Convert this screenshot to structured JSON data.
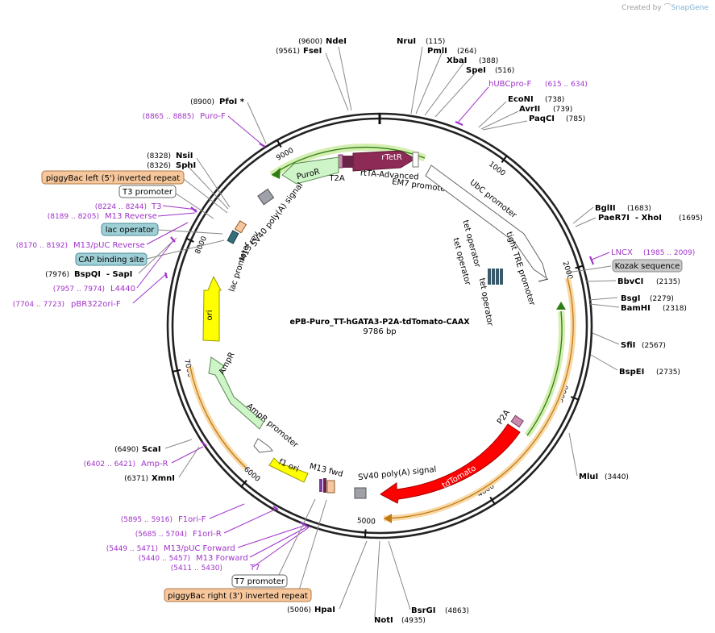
{
  "credit": {
    "prefix": "Created by",
    "brand": "SnapGene"
  },
  "plasmid": {
    "name": "ePB-Puro_TT-hGATA3-P2A-tdTomato-CAAX",
    "length_label": "9786 bp",
    "length": 9786
  },
  "colors": {
    "enzyme_line": "#777777",
    "primer": "#a033c9",
    "feature_line": "#777777",
    "orange_box": "#f6c79c",
    "teal_box": "#9fd0d7",
    "grey_box": "#c8c8c8"
  },
  "ticks": [
    {
      "bp": 1000,
      "label": "1000"
    },
    {
      "bp": 2000,
      "label": "2000"
    },
    {
      "bp": 3000,
      "label": "3000"
    },
    {
      "bp": 4000,
      "label": "4000"
    },
    {
      "bp": 5000,
      "label": "5000"
    },
    {
      "bp": 6000,
      "label": "6000"
    },
    {
      "bp": 7000,
      "label": "7000"
    },
    {
      "bp": 8000,
      "label": "8000"
    },
    {
      "bp": 9000,
      "label": "9000"
    }
  ],
  "enzymes": [
    {
      "name": "NdeI",
      "pos": "(9600)",
      "bp": 9600
    },
    {
      "name": "FseI",
      "pos": "(9561)",
      "bp": 9561
    },
    {
      "name": "NruI",
      "pos": "(115)",
      "bp": 115
    },
    {
      "name": "PmlI",
      "pos": "(264)",
      "bp": 264
    },
    {
      "name": "XbaI",
      "pos": "(388)",
      "bp": 388
    },
    {
      "name": "SpeI",
      "pos": "(516)",
      "bp": 516
    },
    {
      "name": "EcoNI",
      "pos": "(738)",
      "bp": 738
    },
    {
      "name": "AvrII",
      "pos": "(739)",
      "bp": 739
    },
    {
      "name": "PaqCI",
      "pos": "(785)",
      "bp": 785
    },
    {
      "name": "PfoI *",
      "pos": "(8900)",
      "bp": 8900
    },
    {
      "name": "NsiI",
      "pos": "(8328)",
      "bp": 8328
    },
    {
      "name": "SphI",
      "pos": "(8326)",
      "bp": 8326
    },
    {
      "name": "BglII",
      "pos": "(1683)",
      "bp": 1683
    },
    {
      "name": "PaeR7I  - XhoI",
      "pos": "(1695)",
      "bp": 1695
    },
    {
      "name": "BbvCI",
      "pos": "(2135)",
      "bp": 2135
    },
    {
      "name": "BsgI",
      "pos": "(2279)",
      "bp": 2279
    },
    {
      "name": "BamHI",
      "pos": "(2318)",
      "bp": 2318
    },
    {
      "name": "SfiI",
      "pos": "(2567)",
      "bp": 2567
    },
    {
      "name": "BspEI",
      "pos": "(2735)",
      "bp": 2735
    },
    {
      "name": "MluI",
      "pos": "(3440)",
      "bp": 3440
    },
    {
      "name": "BsrGI",
      "pos": "(4863)",
      "bp": 4863
    },
    {
      "name": "NotI",
      "pos": "(4935)",
      "bp": 4935
    },
    {
      "name": "HpaI",
      "pos": "(5006)",
      "bp": 5006
    },
    {
      "name": "BspQI  - SapI",
      "pos": "(7976)",
      "bp": 7976
    },
    {
      "name": "ScaI",
      "pos": "(6490)",
      "bp": 6490
    },
    {
      "name": "XmnI",
      "pos": "(6371)",
      "bp": 6371
    }
  ],
  "primers": [
    {
      "name": "hUBCpro-F",
      "pos": "(615 .. 634)"
    },
    {
      "name": "Puro-F",
      "pos": "(8865 .. 8885)"
    },
    {
      "name": "T3",
      "pos": "(8224 .. 8244)"
    },
    {
      "name": "M13 Reverse",
      "pos": "(8189 .. 8205)"
    },
    {
      "name": "M13/pUC Reverse",
      "pos": "(8170 .. 8192)"
    },
    {
      "name": "L4440",
      "pos": "(7957 .. 7974)"
    },
    {
      "name": "pBR322ori-F",
      "pos": "(7704 .. 7723)"
    },
    {
      "name": "LNCX",
      "pos": "(1985 .. 2009)"
    },
    {
      "name": "Amp-R",
      "pos": "(6402 .. 6421)"
    },
    {
      "name": "F1ori-F",
      "pos": "(5895 .. 5916)"
    },
    {
      "name": "F1ori-R",
      "pos": "(5685 .. 5704)"
    },
    {
      "name": "M13/pUC Forward",
      "pos": "(5449 .. 5471)"
    },
    {
      "name": "M13 Forward",
      "pos": "(5440 .. 5457)"
    },
    {
      "name": "T7",
      "pos": "(5411 .. 5430)"
    }
  ],
  "boxed_features": [
    {
      "name": "piggyBac left (5') inverted repeat"
    },
    {
      "name": "T3 promoter"
    },
    {
      "name": "lac operator"
    },
    {
      "name": "CAP binding site"
    },
    {
      "name": "Kozak sequence"
    },
    {
      "name": "T7 promoter"
    },
    {
      "name": "piggyBac right (3') inverted repeat"
    }
  ],
  "inner_labels": {
    "rTetR": "rTetR",
    "rtTA": "rtTA-Advanced",
    "EM7": "EM7 promoter",
    "PuroR": "PuroR",
    "T2A": "T2A",
    "SV40_top": "SV40 poly(A) signal",
    "UbC": "UbC promoter",
    "tightTRE": "tight TRE promoter",
    "tetop1": "tet operator",
    "tetop2": "tet operator",
    "tetop3": "tet operator",
    "M13rev": "M13 rev",
    "lacprom": "lac promoter",
    "ori": "ori",
    "AmpR": "AmpR",
    "AmpRprom": "AmpR promoter",
    "f1ori": "f1 ori",
    "M13fwd": "M13 fwd",
    "SV40_bottom": "SV40 poly(A) signal",
    "tdTomato": "tdTomato",
    "P2A": "P2A"
  }
}
